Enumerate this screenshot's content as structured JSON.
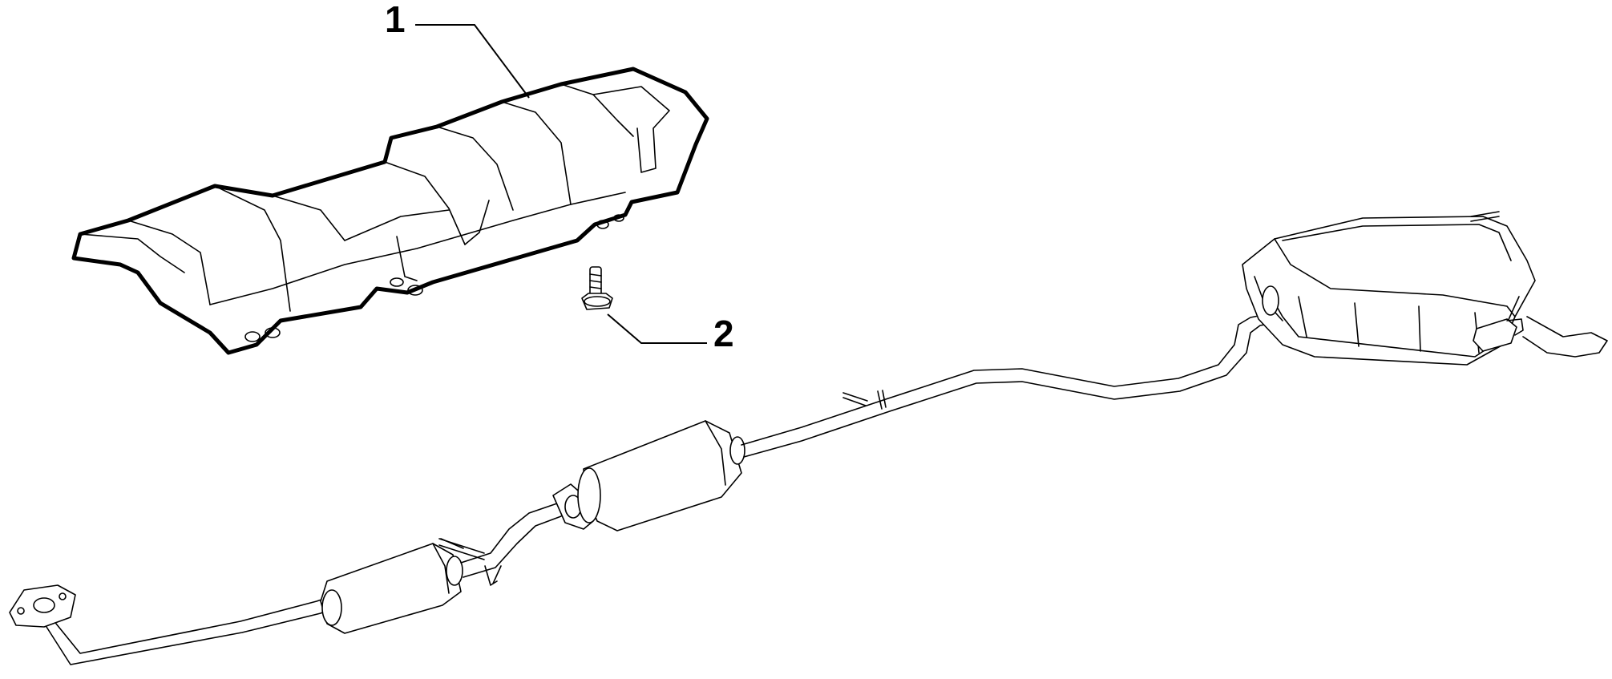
{
  "callouts": [
    {
      "number": "1",
      "part": "heat shield"
    },
    {
      "number": "2",
      "part": "bolt"
    }
  ],
  "colors": {
    "line": "#000000",
    "background": "#ffffff"
  }
}
